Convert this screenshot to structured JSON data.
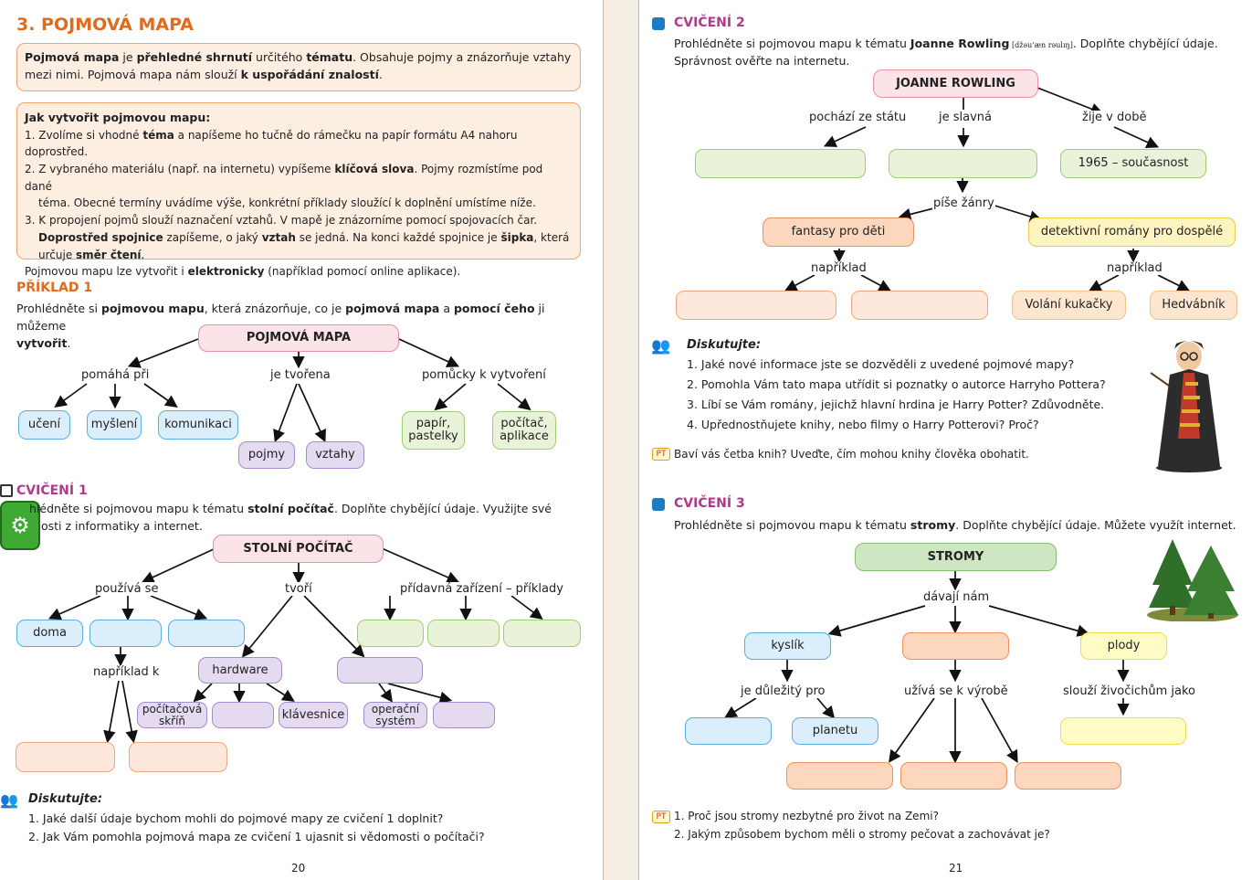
{
  "left": {
    "title": "3. POJMOVÁ MAPA",
    "intro": [
      "Pojmová mapa",
      " je ",
      "přehledné shrnutí",
      " určitého ",
      "tématu",
      ". Obsahuje pojmy a znázorňuje vztahy mezi nimi. Pojmová mapa nám slouží ",
      "k uspořádání znalostí",
      "."
    ],
    "howto": {
      "heading": "Jak vytvořit pojmovou mapu:",
      "s1": [
        "1. Zvolíme si vhodné ",
        "téma",
        " a napíšeme ho tučně do rámečku na papír formátu A4 nahoru doprostřed."
      ],
      "s2": [
        "2. Z vybraného materiálu (např. na internetu) vypíšeme ",
        "klíčová slova",
        ". Pojmy rozmístíme pod dané"
      ],
      "s2b": "téma. Obecné termíny uvádíme výše, konkrétní příklady sloužící k doplnění umístíme níže.",
      "s3": "3. K propojení pojmů slouží naznačení vztahů. V mapě je znázorníme pomocí spojovacích čar.",
      "s3b": [
        "Doprostřed spojnice",
        " zapíšeme, o jaký ",
        "vztah",
        " se jedná. Na konci každé spojnice je ",
        "šipka",
        ", která"
      ],
      "s3c": [
        "určuje ",
        "směr čtení",
        "."
      ],
      "s4": [
        "Pojmovou mapu lze vytvořit i ",
        "elektronicky",
        " (například pomocí online aplikace)."
      ]
    },
    "ex1": {
      "heading": "PŘÍKLAD 1",
      "text1": [
        "Prohlédněte si ",
        "pojmovou mapu",
        ", která znázorňuje, co je ",
        "pojmová mapa",
        " a ",
        "pomocí čeho",
        " ji můžeme"
      ],
      "text2": "vytvořit",
      "text2end": ".",
      "root": "POJMOVÁ MAPA",
      "l1": "pomáhá při",
      "l2": "je tvořena",
      "l3": "pomůcky k vytvoření",
      "n_uceni": "učení",
      "n_mysleni": "myšlení",
      "n_komunikaci": "komunikaci",
      "n_pojmy": "pojmy",
      "n_vztahy": "vztahy",
      "n_papir": "papír,\npastelky",
      "n_pocitac": "počítač,\naplikace"
    },
    "cv1": {
      "heading": "CVIČENÍ 1",
      "text1": [
        "hlédněte si pojmovou mapu k tématu ",
        "stolní počítač",
        ". Doplňte chybějící údaje. Využijte své"
      ],
      "text2": "osti z informatiky a internet.",
      "root": "STOLNÍ POČÍTAČ",
      "l1": "používá se",
      "l2": "tvoří",
      "l3": "přídavná zařízení – příklady",
      "l4": "například k",
      "n_doma": "doma",
      "n_hardware": "hardware",
      "n_skrin": "počítačová\nskříň",
      "n_klav": "klávesnice",
      "n_os": "operační\nsystém"
    },
    "disc": {
      "heading": "Diskutujte:",
      "q1": "1. Jaké další údaje bychom mohli do pojmové mapy ze cvičení 1 doplnit?",
      "q2": "2. Jak Vám pomohla pojmová mapa ze cvičení 1 ujasnit si vědomosti o počítači?"
    },
    "pagenum": "20"
  },
  "right": {
    "cv2": {
      "heading": "CVIČENÍ 2",
      "text1a": "Prohlédněte si pojmovou mapu k tématu ",
      "text1b": "Joanne Rowling",
      "text1c": " [džəu'æn rəulıŋ]",
      "text1d": ". Doplňte chybějící údaje.",
      "text2": "Správnost ověřte na internetu.",
      "root": "JOANNE ROWLING",
      "l1": "pochází ze státu",
      "l2": "je slavná",
      "l3": "žije v době",
      "l4": "píše žánry",
      "l5": "například",
      "l6": "například",
      "n_doba": "1965 – současnost",
      "n_fantasy": "fantasy pro děti",
      "n_detektiv": "detektivní romány pro dospělé",
      "n_kukacka": "Volání kukačky",
      "n_hedvabnik": "Hedvábník"
    },
    "disc": {
      "heading": "Diskutujte:",
      "q1": "1. Jaké nové informace jste se dozvěděli z uvedené pojmové mapy?",
      "q2": "2. Pomohla Vám tato mapa utřídit si poznatky o autorce Harryho Pottera?",
      "q3": "3. Líbí se Vám romány, jejichž hlavní hrdina je Harry Potter? Zdůvodněte.",
      "q4": "4. Upřednostňujete knihy, nebo filmy o Harry Potterovi? Proč?"
    },
    "pt_badge": "PT",
    "pt1": "Baví vás četba knih? Uveďte, čím mohou knihy člověka obohatit.",
    "cv3": {
      "heading": "CVIČENÍ 3",
      "text1": [
        "Prohlédněte si pojmovou mapu k tématu ",
        "stromy",
        ". Doplňte chybějící údaje. Můžete využít internet."
      ],
      "root": "STROMY",
      "l1": "dávají nám",
      "l2": "je důležitý pro",
      "l3": "užívá se k výrobě",
      "l4": "slouží živočichům jako",
      "n_kyslik": "kyslík",
      "n_plody": "plody",
      "n_planetu": "planetu"
    },
    "pt2": {
      "q1": "1. Proč jsou stromy nezbytné pro život na Zemi?",
      "q2": "2. Jakým způsobem bychom měli o stromy pečovat a zachovávat je?"
    },
    "pagenum": "21"
  },
  "colors": {
    "accent": "#e06b1f",
    "puzzle": "#1b7bc4",
    "green": "#37a52e"
  }
}
